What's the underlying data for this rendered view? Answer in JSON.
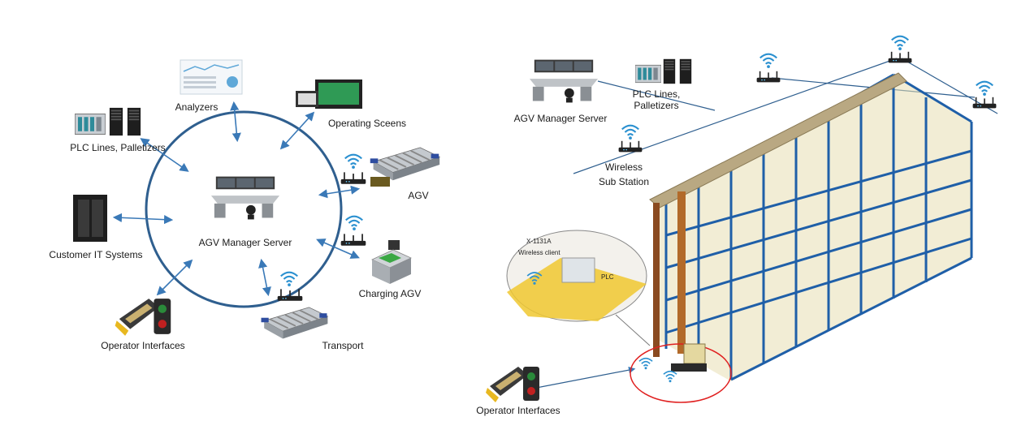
{
  "left_diagram": {
    "hub_label": "AGV Manager Server",
    "nodes": [
      {
        "id": "analyzers",
        "label": "Analyzers"
      },
      {
        "id": "operating-screens",
        "label": "Operating Sceens"
      },
      {
        "id": "plc",
        "label": "PLC Lines, Palletizers"
      },
      {
        "id": "agv",
        "label": "AGV"
      },
      {
        "id": "customer-it",
        "label": "Customer IT Systems"
      },
      {
        "id": "charging",
        "label": "Charging AGV"
      },
      {
        "id": "operator",
        "label": "Operator Interfaces"
      },
      {
        "id": "transport",
        "label": "Transport"
      }
    ]
  },
  "right_diagram": {
    "server_label": "AGV Manager Server",
    "plc_label_line1": "PLC Lines,",
    "plc_label_line2": "Palletizers",
    "wireless_line1": "Wireless",
    "wireless_line2": "Sub Station",
    "operator_label": "Operator Interfaces",
    "zoom_text_model": "X-1131A",
    "zoom_text_client": "Wireless client",
    "zoom_text_plc": "PLC"
  },
  "colors": {
    "ring": "#2f5f8f",
    "arrow": "#3a79b7",
    "rack_blue": "#1f5fa8",
    "wifi": "#2a90d0",
    "highlight_circle": "#e02020"
  }
}
